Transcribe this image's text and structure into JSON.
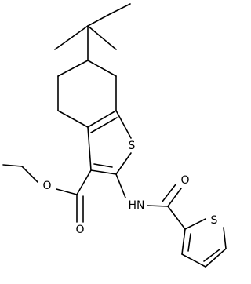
{
  "atoms": [
    {
      "id": "ring-s",
      "label": "S",
      "kind": "sulfur"
    },
    {
      "id": "amide-n",
      "label": "HN",
      "kind": "nitrogen"
    },
    {
      "id": "amide-o",
      "label": "O",
      "kind": "oxygen"
    },
    {
      "id": "thiophene-s",
      "label": "S",
      "kind": "sulfur"
    },
    {
      "id": "ester-ether-o",
      "label": "O",
      "kind": "oxygen"
    },
    {
      "id": "ester-carbonyl-o",
      "label": "O",
      "kind": "oxygen"
    }
  ],
  "colors": {
    "bond": "#000000",
    "label": "#000000",
    "background": "#ffffff"
  }
}
